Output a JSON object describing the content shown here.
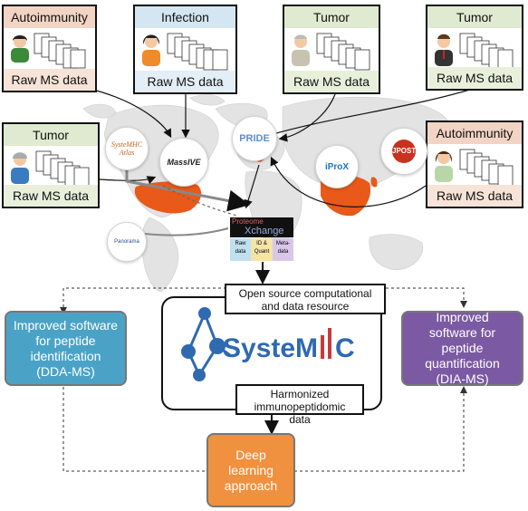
{
  "sources": [
    {
      "title": "Autoimmunity",
      "raw": "Raw MS data",
      "title_bg": "#f2d4c4",
      "raw_bg": "#f7e3d7"
    },
    {
      "title": "Infection",
      "raw": "Raw MS data",
      "title_bg": "#d4e6f1",
      "raw_bg": "#e3eef7"
    },
    {
      "title": "Tumor",
      "raw": "Raw MS data",
      "title_bg": "#dfead0",
      "raw_bg": "#e8f0dc"
    },
    {
      "title": "Tumor",
      "raw": "Raw MS data",
      "title_bg": "#dfead0",
      "raw_bg": "#e8f0dc"
    },
    {
      "title": "Tumor",
      "raw": "Raw MS data",
      "title_bg": "#dfead0",
      "raw_bg": "#e8f0dc"
    },
    {
      "title": "Autoimmunity",
      "raw": "Raw MS data",
      "title_bg": "#f2d4c4",
      "raw_bg": "#f7e3d7"
    }
  ],
  "repositories": {
    "sysmhc": "SysteMHC",
    "atlas": "Atlas",
    "massive": "MassIVE",
    "pride": "PRIDE",
    "iprox": "iProX",
    "jpost": "JPOST",
    "panorama": "Panorama"
  },
  "exchange": {
    "title_top": "Proteome",
    "title_bottom": "Xchange",
    "cells": [
      "Raw data",
      "ID & Quant",
      "Meta-data"
    ]
  },
  "resource_label": "Open source computational and data resource",
  "harmonized_label": "Harmonized immunopeptidomic data",
  "logo": {
    "text": "SysteM",
    "accent": "C"
  },
  "left_software": "Improved software for peptide identification (DDA-MS)",
  "right_software": "Improved software for peptide quantification (DIA-MS)",
  "deep_learning": "Deep learning approach",
  "colors": {
    "left_software": "#4aa3c7",
    "right_software": "#7b5aa3",
    "deep_learning": "#f0913f",
    "logo_blue": "#2f6ab0",
    "logo_red": "#c83a3a",
    "highlight": "#e8591a"
  }
}
